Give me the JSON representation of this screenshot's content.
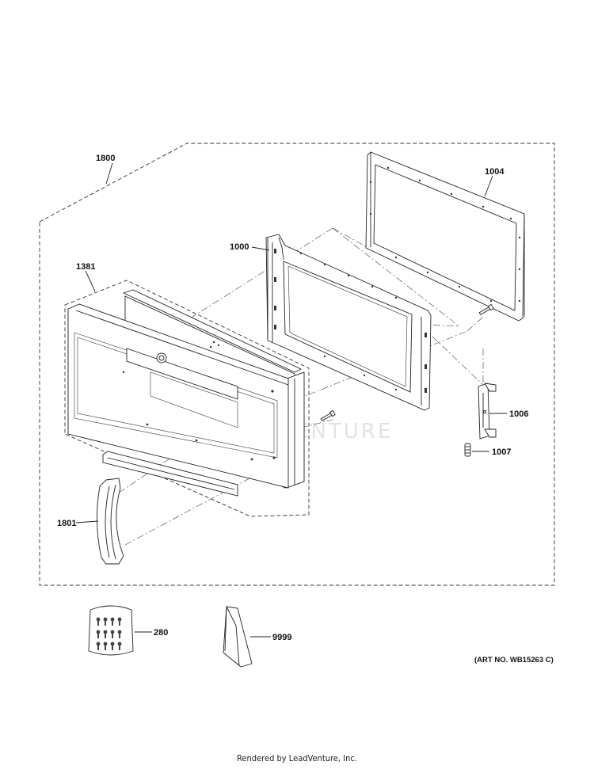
{
  "parts": {
    "p1800": "1800",
    "p1004": "1004",
    "p1000": "1000",
    "p1381": "1381",
    "p1006": "1006",
    "p1007": "1007",
    "p1801": "1801",
    "p280": "280",
    "p9999": "9999"
  },
  "art_number": "(ART NO. WB15263 C)",
  "watermark": "LEADVENTURE",
  "footer": "Rendered by LeadVenture, Inc."
}
